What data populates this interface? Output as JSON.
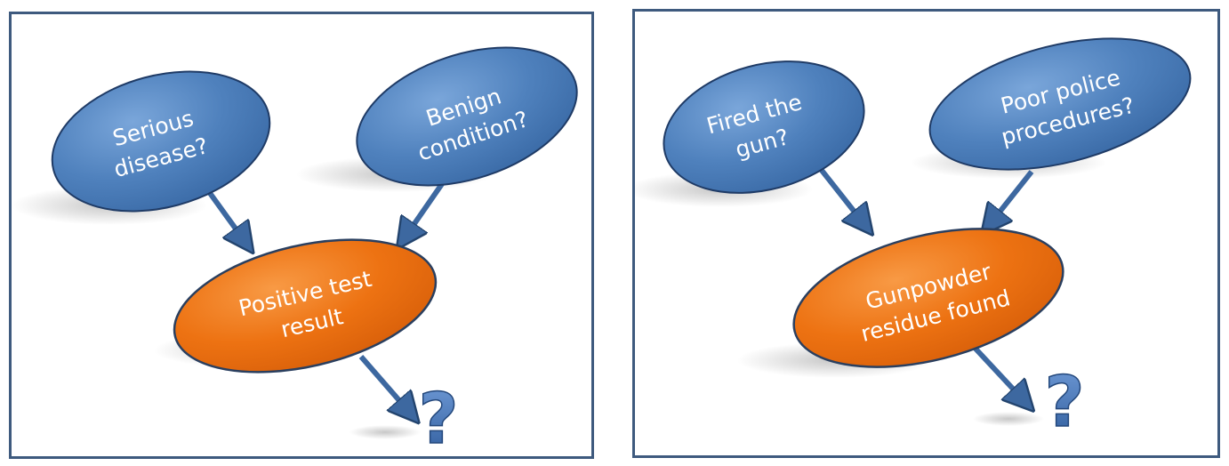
{
  "colors": {
    "panel_border": "#3e5a7e",
    "hypothesis_fill": "#4f81bd",
    "hypothesis_stroke": "#1f3b66",
    "evidence_fill": "#ed7212",
    "evidence_stroke": "#2a3f5f",
    "arrow": "#3d68a0",
    "question_mark": "#3f6fb0"
  },
  "panels": [
    {
      "hypotheses": [
        {
          "line1": "Serious",
          "line2": "disease?"
        },
        {
          "line1": "Benign",
          "line2": "condition?"
        }
      ],
      "evidence": {
        "line1": "Positive test",
        "line2": "result"
      },
      "outcome_symbol": "?"
    },
    {
      "hypotheses": [
        {
          "line1": "Fired the",
          "line2": "gun?"
        },
        {
          "line1": "Poor police",
          "line2": "procedures?"
        }
      ],
      "evidence": {
        "line1": "Gunpowder",
        "line2": "residue found"
      },
      "outcome_symbol": "?"
    }
  ]
}
